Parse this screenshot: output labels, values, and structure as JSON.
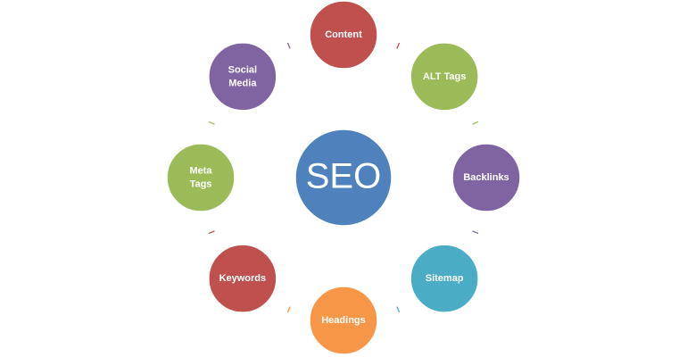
{
  "diagram": {
    "center": {
      "label": "SEO",
      "color": "#4f81bd"
    },
    "nodes": [
      {
        "id": "content",
        "lines": [
          "Content"
        ],
        "color": "#c0504d"
      },
      {
        "id": "alt-tags",
        "lines": [
          "ALT Tags"
        ],
        "color": "#9bbb59"
      },
      {
        "id": "backlinks",
        "lines": [
          "Backlinks"
        ],
        "color": "#8064a2"
      },
      {
        "id": "sitemap",
        "lines": [
          "Sitemap"
        ],
        "color": "#4bacc6"
      },
      {
        "id": "headings",
        "lines": [
          "Headings"
        ],
        "color": "#f79646"
      },
      {
        "id": "keywords",
        "lines": [
          "Keywords"
        ],
        "color": "#c0504d"
      },
      {
        "id": "meta-tags",
        "lines": [
          "Meta",
          "Tags"
        ],
        "color": "#9bbb59"
      },
      {
        "id": "social-media",
        "lines": [
          "Social",
          "Media"
        ],
        "color": "#8064a2"
      }
    ]
  }
}
